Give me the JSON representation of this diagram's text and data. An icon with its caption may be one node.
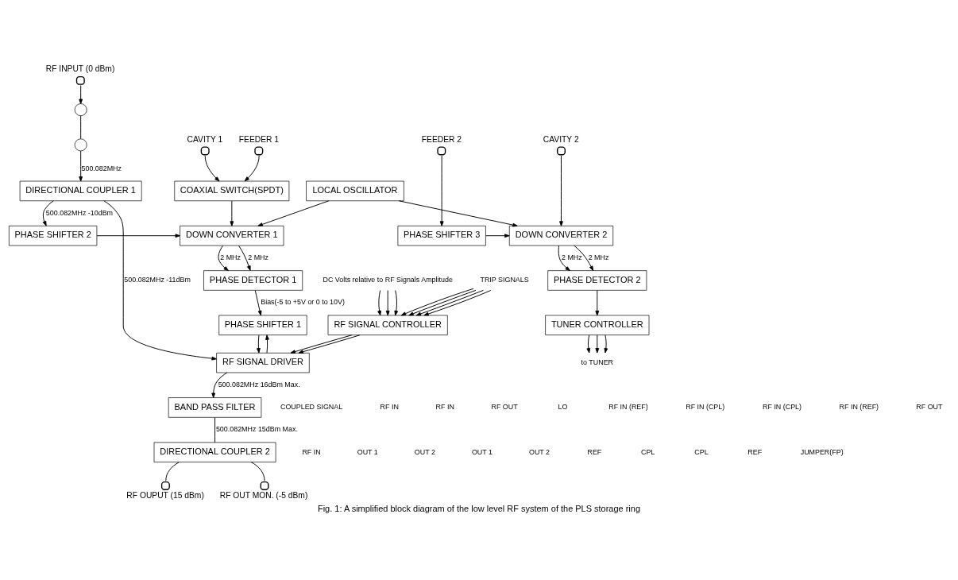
{
  "diagram": {
    "caption": "Fig. 1: A simplified block diagram of the low level RF system of the PLS storage ring",
    "nodes": [
      {
        "text": [
          "RF INPUT (0 dBm)"
        ]
      },
      {
        "text": [
          "FEEDER 1"
        ]
      },
      {
        "text": [
          "CAVITY 1"
        ]
      },
      {
        "text": [
          "CAVITY 2"
        ]
      },
      {
        "text": [
          "FEEDER 2"
        ]
      },
      {
        "text": [
          "RF OUPUT (15 dBm)"
        ]
      },
      {
        "text": [
          "COAXIAL SWITCH(SPDT)"
        ]
      },
      {
        "text": [
          "LOCAL OSCILLATOR"
        ]
      },
      {
        "text": [
          "PHASE SHIFTER 2"
        ]
      },
      {
        "text": [
          "DOWN CONVERTER 1"
        ]
      },
      {
        "text": [
          "DOWN CONVERTER 2"
        ]
      },
      {
        "text": [
          "PHASE SHIFTER 3"
        ]
      },
      {
        "text": [
          "PHASE DETECTOR 1"
        ]
      },
      {
        "text": [
          "PHASE DETECTOR 2"
        ]
      },
      {
        "text": [
          "TUNER CONTROLLER"
        ]
      },
      {
        "text": [
          "PHASE SHIFTER 1"
        ]
      },
      {
        "text": [
          "RF SIGNAL CONTROLLER"
        ]
      },
      {
        "text": [
          "DIRECTIONAL COUPLER 1"
        ]
      },
      {
        "text": [
          "RF SIGNAL DRIVER"
        ]
      },
      {
        "text": [
          "BAND PASS FILTER"
        ]
      },
      {
        "text": [
          "DIRECTIONAL COUPLER 2"
        ]
      },
      {
        "text": [],
        "shape": "circle"
      },
      {
        "text": [],
        "shape": "circle"
      },
      {
        "text": [
          "RF OUT MON. (-5 dBm)"
        ]
      },
      {
        "text": [
          "TRIP SIGNALS"
        ]
      },
      {
        "text": [
          "to TUNER"
        ]
      },
      {
        "text": [
          "DC Volts relative to RF Signals Amplitude"
        ]
      }
    ],
    "edges": [
      {
        "from": 0,
        "to": 21,
        "arrow": "to"
      },
      {
        "from": 21,
        "to": 22,
        "arrow": "none"
      },
      {
        "from": 22,
        "to": 17,
        "arrow": "to",
        "label": "500.082MHz"
      },
      {
        "from": 17,
        "to": 8,
        "arrow": "to",
        "label": "500.082MHz -10dBm"
      },
      {
        "from": 8,
        "to": 9,
        "arrow": "to"
      },
      {
        "from": 1,
        "to": 6,
        "arrow": "to"
      },
      {
        "from": 2,
        "to": 6,
        "arrow": "to"
      },
      {
        "from": 6,
        "to": 9,
        "arrow": "to"
      },
      {
        "from": 7,
        "to": 9,
        "arrow": "to"
      },
      {
        "from": 7,
        "to": 10,
        "arrow": "to"
      },
      {
        "from": 3,
        "to": 10,
        "arrow": "to"
      },
      {
        "from": 4,
        "to": 11,
        "arrow": "to"
      },
      {
        "from": 11,
        "to": 10,
        "arrow": "to"
      },
      {
        "from": 9,
        "to": 12,
        "arrow": "to",
        "label": "2 MHz"
      },
      {
        "from": 9,
        "to": 12,
        "arrow": "to",
        "label": "2 MHz"
      },
      {
        "from": 10,
        "to": 13,
        "arrow": "to",
        "label": "2 MHz"
      },
      {
        "from": 10,
        "to": 13,
        "arrow": "to",
        "label": "2 MHz"
      },
      {
        "from": 12,
        "to": 15,
        "arrow": "to",
        "label": "Bias(-5 to +5V or 0 to 10V)"
      },
      {
        "from": 13,
        "to": 14,
        "arrow": "to"
      },
      {
        "from": 14,
        "to": 25,
        "arrow": "to"
      },
      {
        "from": 14,
        "to": 25,
        "arrow": "to"
      },
      {
        "from": 14,
        "to": 25,
        "arrow": "to"
      },
      {
        "from": 24,
        "to": 16,
        "arrow": "to"
      },
      {
        "from": 24,
        "to": 16,
        "arrow": "to"
      },
      {
        "from": 24,
        "to": 16,
        "arrow": "to"
      },
      {
        "from": 24,
        "to": 16,
        "arrow": "to"
      },
      {
        "from": 26,
        "to": 16,
        "arrow": "to"
      },
      {
        "from": 26,
        "to": 16,
        "arrow": "to"
      },
      {
        "from": 26,
        "to": 16,
        "arrow": "to"
      },
      {
        "from": 18,
        "to": 15,
        "arrow": "to"
      },
      {
        "from": 15,
        "to": 18,
        "arrow": "to"
      },
      {
        "from": 16,
        "to": 18,
        "arrow": "to"
      },
      {
        "from": 16,
        "to": 18,
        "arrow": "to"
      },
      {
        "from": 17,
        "to": 18,
        "arrow": "to",
        "label": "500.082MHz -11dBm"
      },
      {
        "from": 18,
        "to": 19,
        "arrow": "to",
        "label": "500.082MHz 16dBm Max."
      },
      {
        "from": 19,
        "to": 20,
        "arrow": "none",
        "label": "500.082MHz 15dBm Max."
      },
      {
        "from": 20,
        "to": 5,
        "arrow": "none"
      },
      {
        "from": 20,
        "to": 23,
        "arrow": "none"
      }
    ],
    "labels": [
      "COUPLED SIGNAL",
      "RF IN",
      "RF IN",
      "RF OUT",
      "LO",
      "RF IN (REF)",
      "RF IN (CPL)",
      "RF IN (CPL)",
      "RF IN (REF)",
      "RF OUT",
      "RF IN",
      "OUT 1",
      "OUT 2",
      "OUT 1",
      "OUT 2",
      "REF",
      "CPL",
      "CPL",
      "REF",
      "JUMPER(FP)"
    ]
  }
}
